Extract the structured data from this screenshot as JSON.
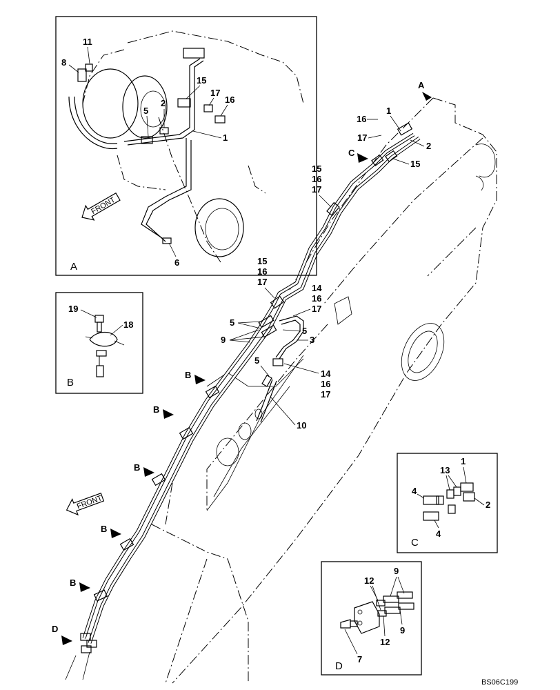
{
  "drawing_code": "BS06C199",
  "views": {
    "A": {
      "caption": "A",
      "front": "FRONT",
      "labels": [
        "11",
        "8",
        "15",
        "17",
        "16",
        "2",
        "5",
        "1",
        "6"
      ]
    },
    "B": {
      "caption": "B",
      "labels": [
        "19",
        "18"
      ]
    },
    "C": {
      "caption": "C",
      "labels": [
        "1",
        "13",
        "4",
        "2",
        "4"
      ]
    },
    "D": {
      "caption": "D",
      "labels": [
        "12",
        "9",
        "12",
        "9",
        "7"
      ]
    }
  },
  "main": {
    "arrow_A": "A",
    "arrow_C": "C",
    "arrows_B": [
      "B",
      "B",
      "B",
      "B",
      "B"
    ],
    "arrow_D": "D",
    "front": "FRONT",
    "labels": {
      "top_16": "16",
      "top_1": "1",
      "top_17": "17",
      "top_2": "2",
      "top_15": "15",
      "stackA": [
        "15",
        "16",
        "17"
      ],
      "stackB": [
        "15",
        "16",
        "17"
      ],
      "stackC": [
        "14",
        "16",
        "17"
      ],
      "l5a": "5",
      "l9": "9",
      "l5b": "5",
      "l3": "3",
      "l5c": "5",
      "stackD": [
        "14",
        "16",
        "17"
      ],
      "l10": "10"
    }
  },
  "colors": {
    "ink": "#000000",
    "paper": "#ffffff"
  }
}
